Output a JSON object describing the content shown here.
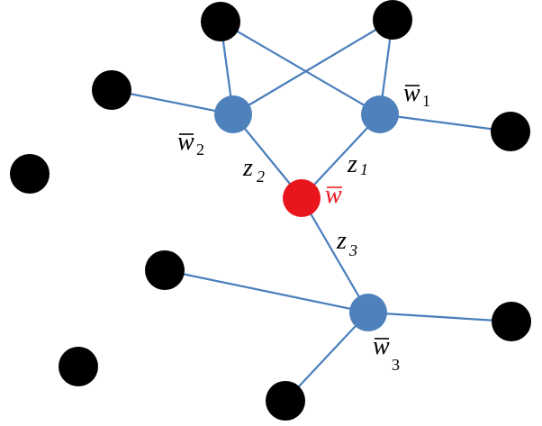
{
  "colors": {
    "edge": "#4a7ebb",
    "black_node": "#000000",
    "blue_node": "#4f81bd",
    "red_node": "#e8161c",
    "red_label": "#e8161c"
  },
  "labels": {
    "w_bar": "w",
    "w1_main": "w",
    "w1_sub": "1",
    "w2_main": "w",
    "w2_sub": "2",
    "w3_main": "w",
    "w3_sub": "3",
    "z1_main": "z",
    "z1_sub": "1",
    "z2_main": "z",
    "z2_sub": "2",
    "z3_main": "z",
    "z3_sub": "3"
  }
}
